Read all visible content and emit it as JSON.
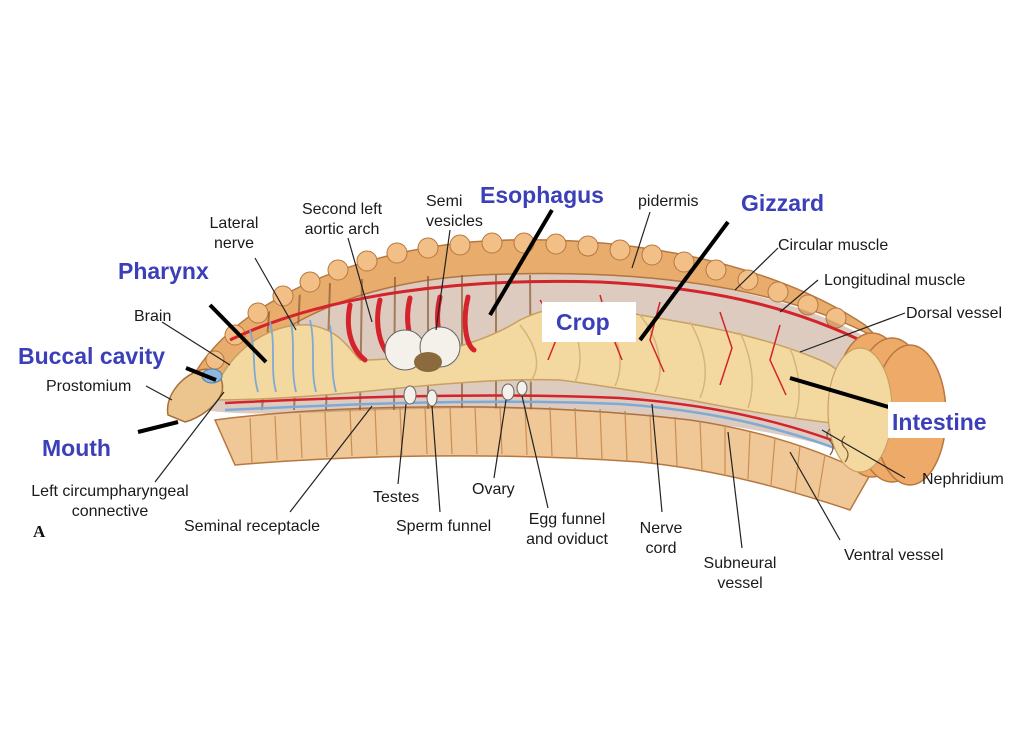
{
  "panel_letter": "A",
  "labels": {
    "lateral_nerve": [
      "Lateral",
      "nerve"
    ],
    "second_left_aortic_arch": [
      "Second left",
      "aortic arch"
    ],
    "seminal_vesicles": [
      "Semi",
      "vesicles"
    ],
    "epidermis": "pidermis",
    "circular_muscle": "Circular muscle",
    "longitudinal_muscle": "Longitudinal muscle",
    "dorsal_vessel": "Dorsal vessel",
    "brain": "Brain",
    "prostomium": "Prostomium",
    "left_circumpharyngeal_connective": [
      "Left circumpharyngeal",
      "connective"
    ],
    "seminal_receptacle": "Seminal receptacle",
    "testes": "Testes",
    "sperm_funnel": "Sperm funnel",
    "ovary": "Ovary",
    "egg_funnel_and_oviduct": [
      "Egg funnel",
      "and oviduct"
    ],
    "nerve_cord": [
      "Nerve",
      "cord"
    ],
    "subneural_vessel": [
      "Subneural",
      "vessel"
    ],
    "ventral_vessel": "Ventral vessel",
    "nephridium": "Nephridium"
  },
  "highlights": {
    "esophagus": "Esophagus",
    "gizzard": "Gizzard",
    "pharynx": "Pharynx",
    "buccal_cavity": "Buccal cavity",
    "crop": "Crop",
    "mouth": "Mouth",
    "intestine": "Intestine"
  },
  "colors": {
    "highlight_text": "#3b3fb8",
    "body_wall": "#e3a060",
    "gut": "#f3d9a0",
    "blood_vessel": "#d4232a",
    "nerve": "#7fa9d6"
  }
}
